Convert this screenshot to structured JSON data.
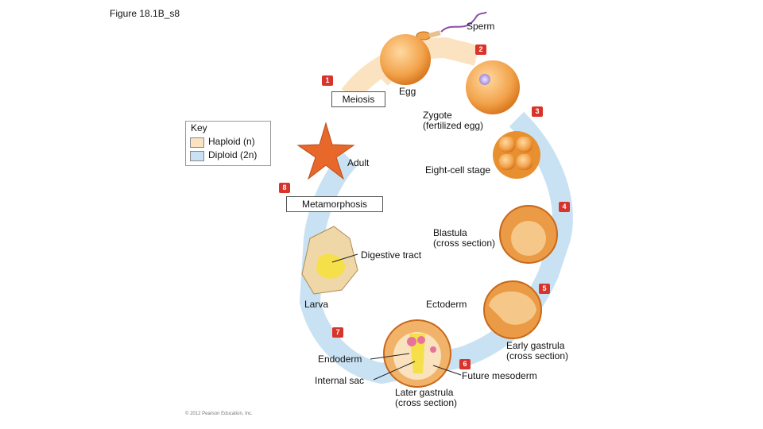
{
  "figure_title": "Figure 18.1B_s8",
  "labels": {
    "sperm": "Sperm",
    "egg": "Egg",
    "meiosis": "Meiosis",
    "zygote": "Zygote\n(fertilized egg)",
    "adult": "Adult",
    "eight_cell": "Eight-cell stage",
    "metamorphosis": "Metamorphosis",
    "blastula": "Blastula\n(cross section)",
    "digestive_tract": "Digestive tract",
    "larva": "Larva",
    "ectoderm": "Ectoderm",
    "endoderm": "Endoderm",
    "internal_sac": "Internal sac",
    "early_gastrula": "Early gastrula\n(cross section)",
    "future_mesoderm": "Future mesoderm",
    "later_gastrula": "Later gastrula\n(cross section)"
  },
  "steps": [
    "1",
    "2",
    "3",
    "4",
    "5",
    "6",
    "7",
    "8"
  ],
  "key": {
    "title": "Key",
    "haploid": "Haploid (n)",
    "diploid": "Diploid (2n)"
  },
  "colors": {
    "haploid": "#fbe3c2",
    "diploid": "#c9e2f3",
    "step_badge": "#d9342b",
    "cell_orange": "#f2a24a",
    "endoderm_pink": "#e8739a",
    "digestive_yellow": "#f5e04a"
  },
  "copyright": "© 2012 Pearson Education, Inc."
}
